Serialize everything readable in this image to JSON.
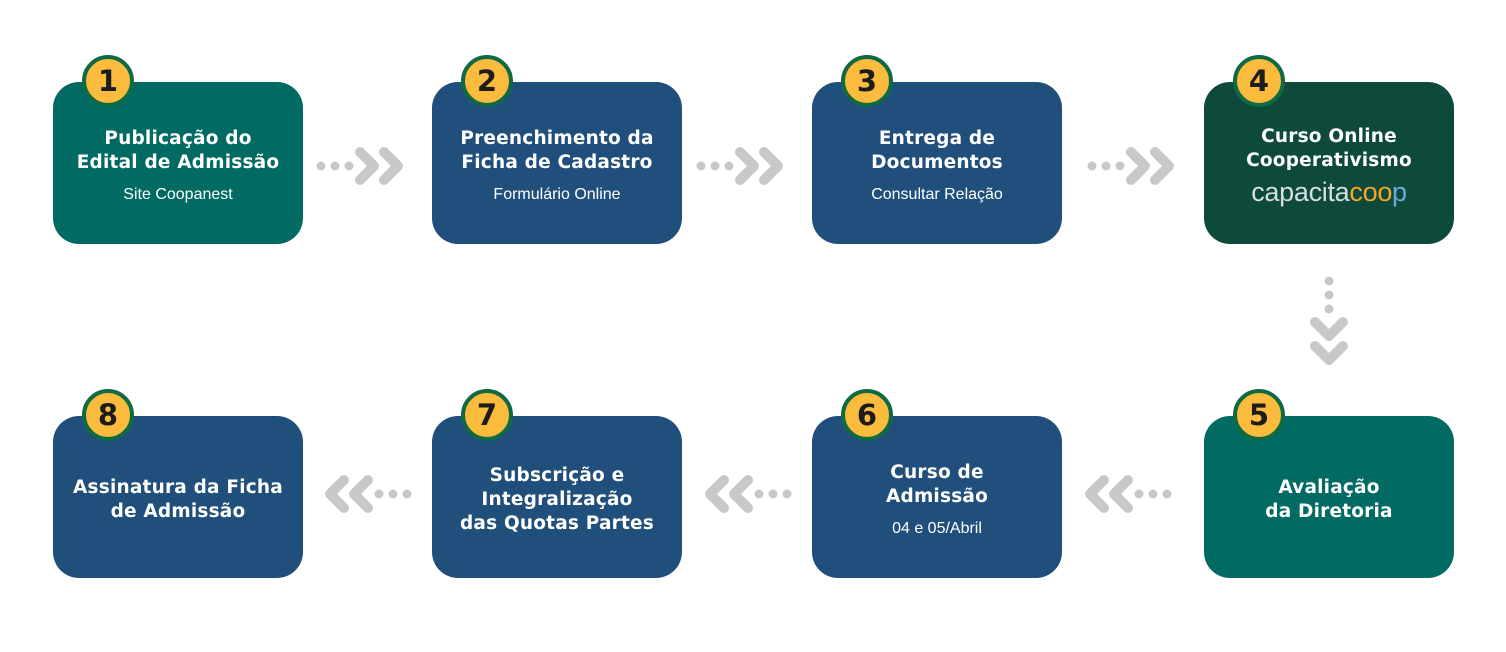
{
  "steps": [
    {
      "number": "1",
      "title_line1": "Publicação do",
      "title_line2": "Edital de Admissão",
      "subtitle": "Site Coopanest"
    },
    {
      "number": "2",
      "title_line1": "Preenchimento da",
      "title_line2": "Ficha de Cadastro",
      "subtitle": "Formulário Online"
    },
    {
      "number": "3",
      "title_line1": "Entrega de",
      "title_line2": "Documentos",
      "subtitle": "Consultar Relação"
    },
    {
      "number": "4",
      "title_line1": "Curso Online",
      "title_line2": "Cooperativismo",
      "logo_main": "capacita",
      "logo_accent": "coo",
      "logo_end": "p"
    },
    {
      "number": "5",
      "title_line1": "Avaliação",
      "title_line2": "da Diretoria"
    },
    {
      "number": "6",
      "title_line1": "Curso de",
      "title_line2": "Admissão",
      "subtitle": "04 e 05/Abril"
    },
    {
      "number": "7",
      "title_line1": "Subscrição e",
      "title_line2": "Integralização",
      "title_line3": "das Quotas Partes"
    },
    {
      "number": "8",
      "title_line1": "Assinatura da Ficha",
      "title_line2": "de Admissão"
    }
  ],
  "colors": {
    "teal": "#006a63",
    "blue": "#204f7b",
    "dark_green": "#0d4a3c",
    "badge": "#fbbb3d",
    "badge_border": "#0f6a43",
    "connector": "#c8c8c8"
  }
}
